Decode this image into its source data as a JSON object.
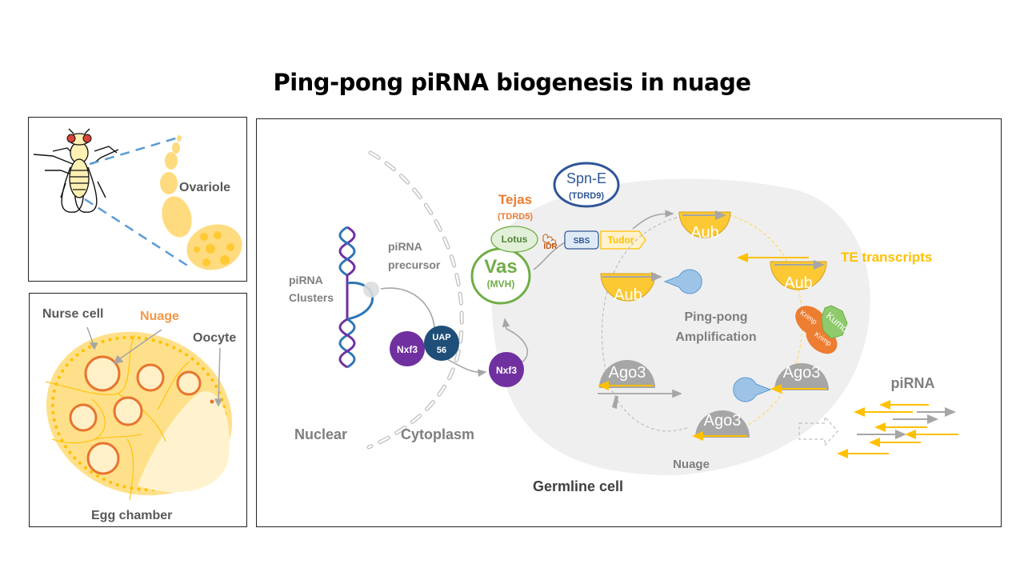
{
  "title": "Ping-pong piRNA biogenesis in nuage",
  "ovariole_panel": {
    "label": "Ovariole"
  },
  "egg_chamber_panel": {
    "nurse_cell": "Nurse cell",
    "nuage": "Nuage",
    "oocyte": "Oocyte",
    "egg_chamber": "Egg chamber"
  },
  "main_panel": {
    "pirna_clusters": [
      "piRNA",
      "Clusters"
    ],
    "pirna_precursor": [
      "piRNA",
      "precursor"
    ],
    "nxf3": "Nxf3",
    "uap56": [
      "UAP",
      "56"
    ],
    "nuclear": "Nuclear",
    "cytoplasm": "Cytoplasm",
    "germline_cell": "Germline  cell",
    "tejas": "Tejas",
    "tejas_alias": "(TDRD5)",
    "spne": "Spn-E",
    "spne_alias": "(TDRD9)",
    "lotus": "Lotus",
    "idr": "IDR",
    "sbs": "SBS",
    "tudor": "Tudor",
    "vas": "Vas",
    "vas_alias": "(MVH)",
    "aub": "Aub",
    "ago3": "Ago3",
    "krimp": "Krimp",
    "kumo": "Kumo",
    "te_transcripts": "TE transcripts",
    "pingpong": [
      "Ping-pong",
      "Amplification"
    ],
    "nuage": "Nuage",
    "pirna": "piRNA"
  },
  "colors": {
    "aub_fill": "#FCC934",
    "ago3_fill": "#A6A6A6",
    "nxf3_fill": "#7030A0",
    "uap56_fill": "#1F4E79",
    "vas_stroke": "#70AD47",
    "spne_stroke": "#2F5597",
    "tejas_text": "#ED7D31",
    "te_text": "#FFC000",
    "krimp_fill": "#ED7D31",
    "kumo_fill": "#8FCB6C",
    "slicer_fill": "#9DC3E6",
    "nuage_bg": "#EFEFEF"
  }
}
